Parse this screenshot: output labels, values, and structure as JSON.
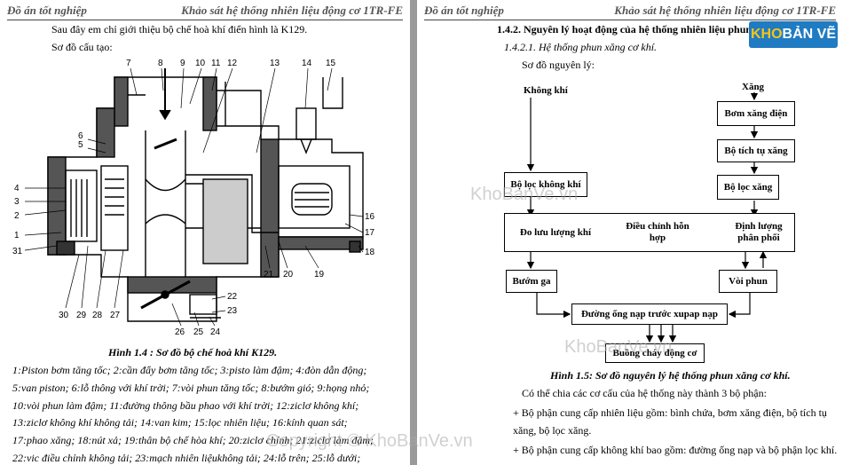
{
  "page1": {
    "header_left": "Đồ án tốt nghiệp",
    "header_right": "Khảo sát hệ thống nhiên liệu động cơ 1TR-FE",
    "intro": "Sau đây em chỉ giới thiệu bộ chế hoà khí điển hình là K129.",
    "structure_label": "Sơ đồ cấu tạo:",
    "caption": "Hình 1.4 : Sơ đồ bộ chế hoà khí K129.",
    "part_numbers": [
      "1",
      "2",
      "3",
      "4",
      "5",
      "6",
      "7",
      "8",
      "9",
      "10",
      "11",
      "12",
      "13",
      "14",
      "15",
      "16",
      "17",
      "18",
      "19",
      "20",
      "21",
      "22",
      "23",
      "24",
      "25",
      "26",
      "27",
      "28",
      "29",
      "30",
      "31"
    ],
    "legend_lines": [
      "1:Piston bơm tăng tốc; 2:cần đẩy bơm tăng tốc; 3:pisto làm đậm; 4:đòn dẫn động;",
      "5:van piston; 6:lỗ thông với khí trời; 7:vòi phun tăng tốc; 8:bướm gió; 9:họng nhỏ;",
      "10:vòi phun làm đậm; 11:đường thông bầu phao với khí trời; 12:ziclơ không khí;",
      "13:ziclơ không khí không tải; 14:van kim; 15:lọc nhiên liệu; 16:kính quan sát;",
      "17:phao xăng; 18:nút xả; 19:thân bộ chế hòa khí; 20:ziclơ chính; 21:ziclơ làm đậm;",
      "22:vic điều chỉnh không tải; 23:mạch nhiên liệukhông tải; 24:lỗ trên; 25:lỗ dưới;"
    ]
  },
  "page2": {
    "header_left": "Đồ án tốt nghiệp",
    "header_right": "Khảo sát hệ thống nhiên liệu động cơ 1TR-FE",
    "section_title": "1.4.2. Nguyên lý hoạt động của hệ thống nhiên liệu phun xăng",
    "subsection": "1.4.2.1. Hệ thống phun xăng cơ khí.",
    "principle_label": "Sơ đồ nguyên lý:",
    "flow": {
      "air_label": "Không khí",
      "fuel_label": "Xăng",
      "pump": "Bơm xăng điện",
      "accumulator": "Bộ tích tụ xăng",
      "fuel_filter": "Bộ lọc xăng",
      "air_filter": "Bộ lọc không khí",
      "air_metering": "Đo lưu lượng khí",
      "mixture": "Điều chỉnh hỗn hợp",
      "distributor": "Định lượng phân phối",
      "throttle": "Bướm ga",
      "injector": "Vòi phun",
      "intake": "Đường ống nạp trước xupap nạp",
      "cylinder": "Buồng cháy động cơ"
    },
    "caption": "Hình 1.5: Sơ đồ nguyên lý hệ thống phun xăng cơ khí.",
    "para1": "Có thể chia các cơ cấu của hệ thống này thành 3 bộ phận:",
    "bullet1a": "Bộ phận cung cấp nhiên liệu gồm: bình chứa, bơm xăng điện, bộ tích tụ",
    "bullet1b": "xăng, bộ lọc xăng.",
    "bullet2": "Bộ phận cung cấp không khí bao gồm: đường ống nạp và bộ phận lọc khí."
  },
  "watermarks": {
    "mark1": "KhoBanVe.vn",
    "mark2": "KhoBanVe.vn",
    "copyright": "Copyright © KhoBanVe.vn",
    "logo_a": "KHO",
    "logo_b": "BẢN VẼ"
  },
  "colors": {
    "logo_bg": "#1f7bc2",
    "logo_accent": "#f5c518"
  }
}
